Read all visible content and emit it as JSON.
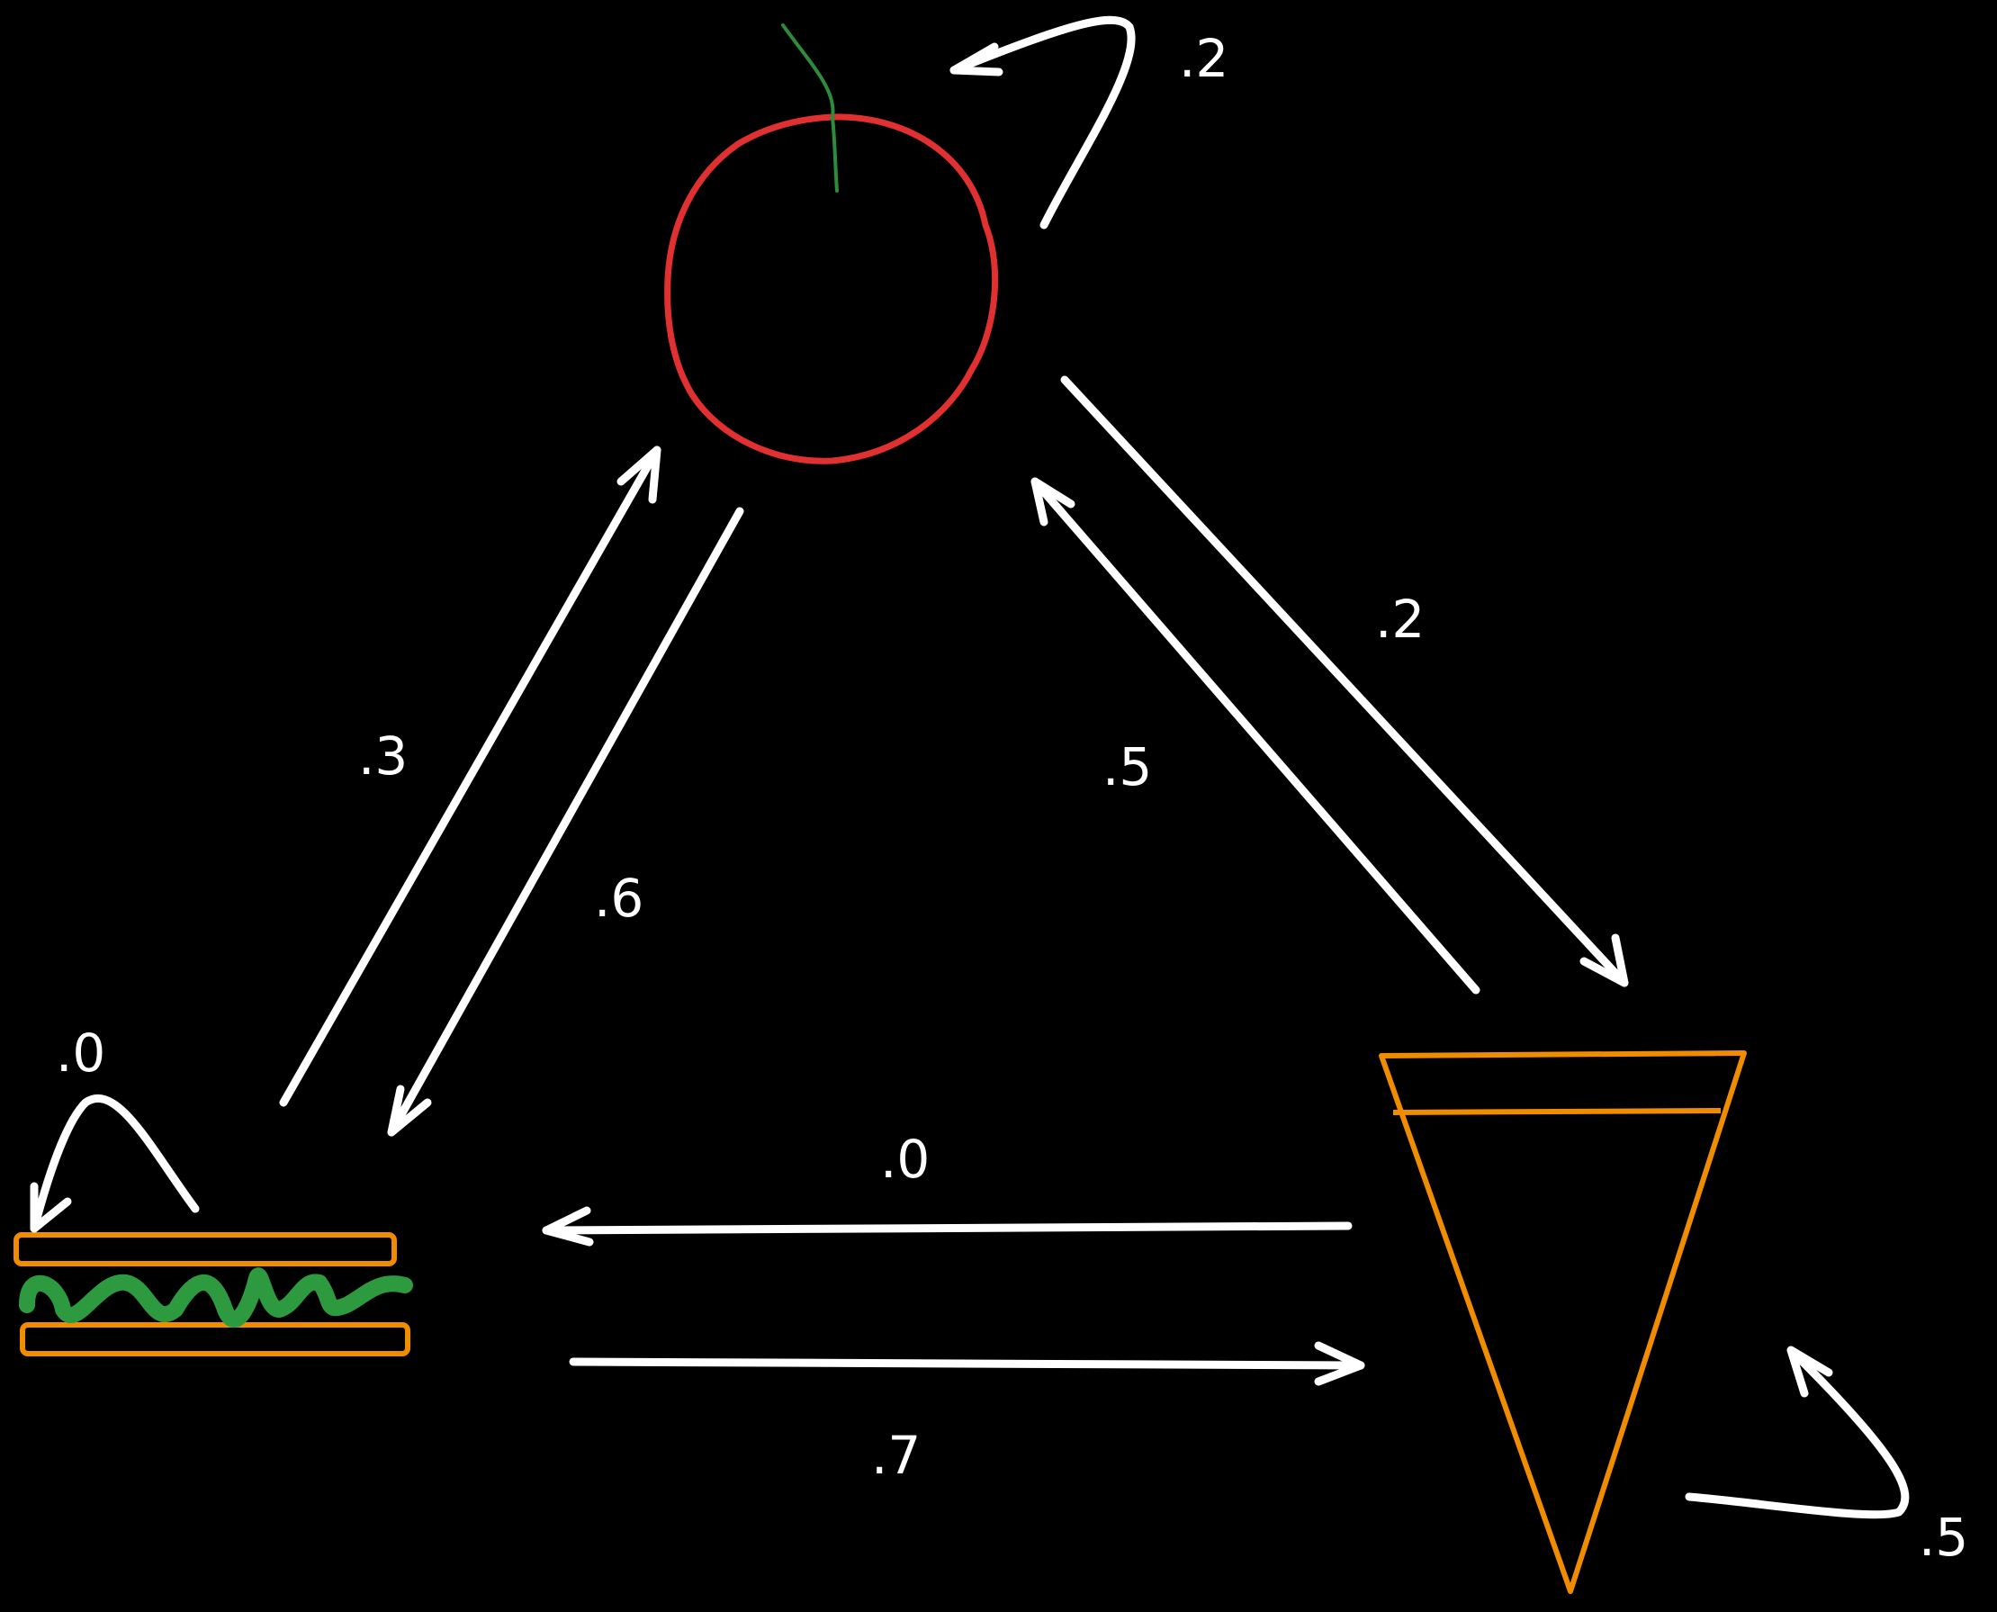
{
  "diagram": {
    "nodes": [
      {
        "id": "apple",
        "icon": "apple-icon",
        "color": "#e03030",
        "stem_color": "#2e8b3a"
      },
      {
        "id": "sandwich",
        "icon": "sandwich-icon",
        "bread_color": "#f08c00",
        "lettuce_color": "#2e9a40"
      },
      {
        "id": "cone",
        "icon": "ice-cream-cone-icon",
        "color": "#f08c00"
      }
    ],
    "edges": {
      "apple_to_apple": ".2",
      "apple_to_cone": ".2",
      "cone_to_apple": ".5",
      "sandwich_to_apple": ".3",
      "apple_to_sandwich": ".6",
      "sandwich_to_sandwich": ".0",
      "cone_to_sandwich": ".0",
      "sandwich_to_cone": ".7",
      "cone_to_cone": ".5"
    },
    "arrow_color": "#ffffff",
    "background": "#000000"
  }
}
